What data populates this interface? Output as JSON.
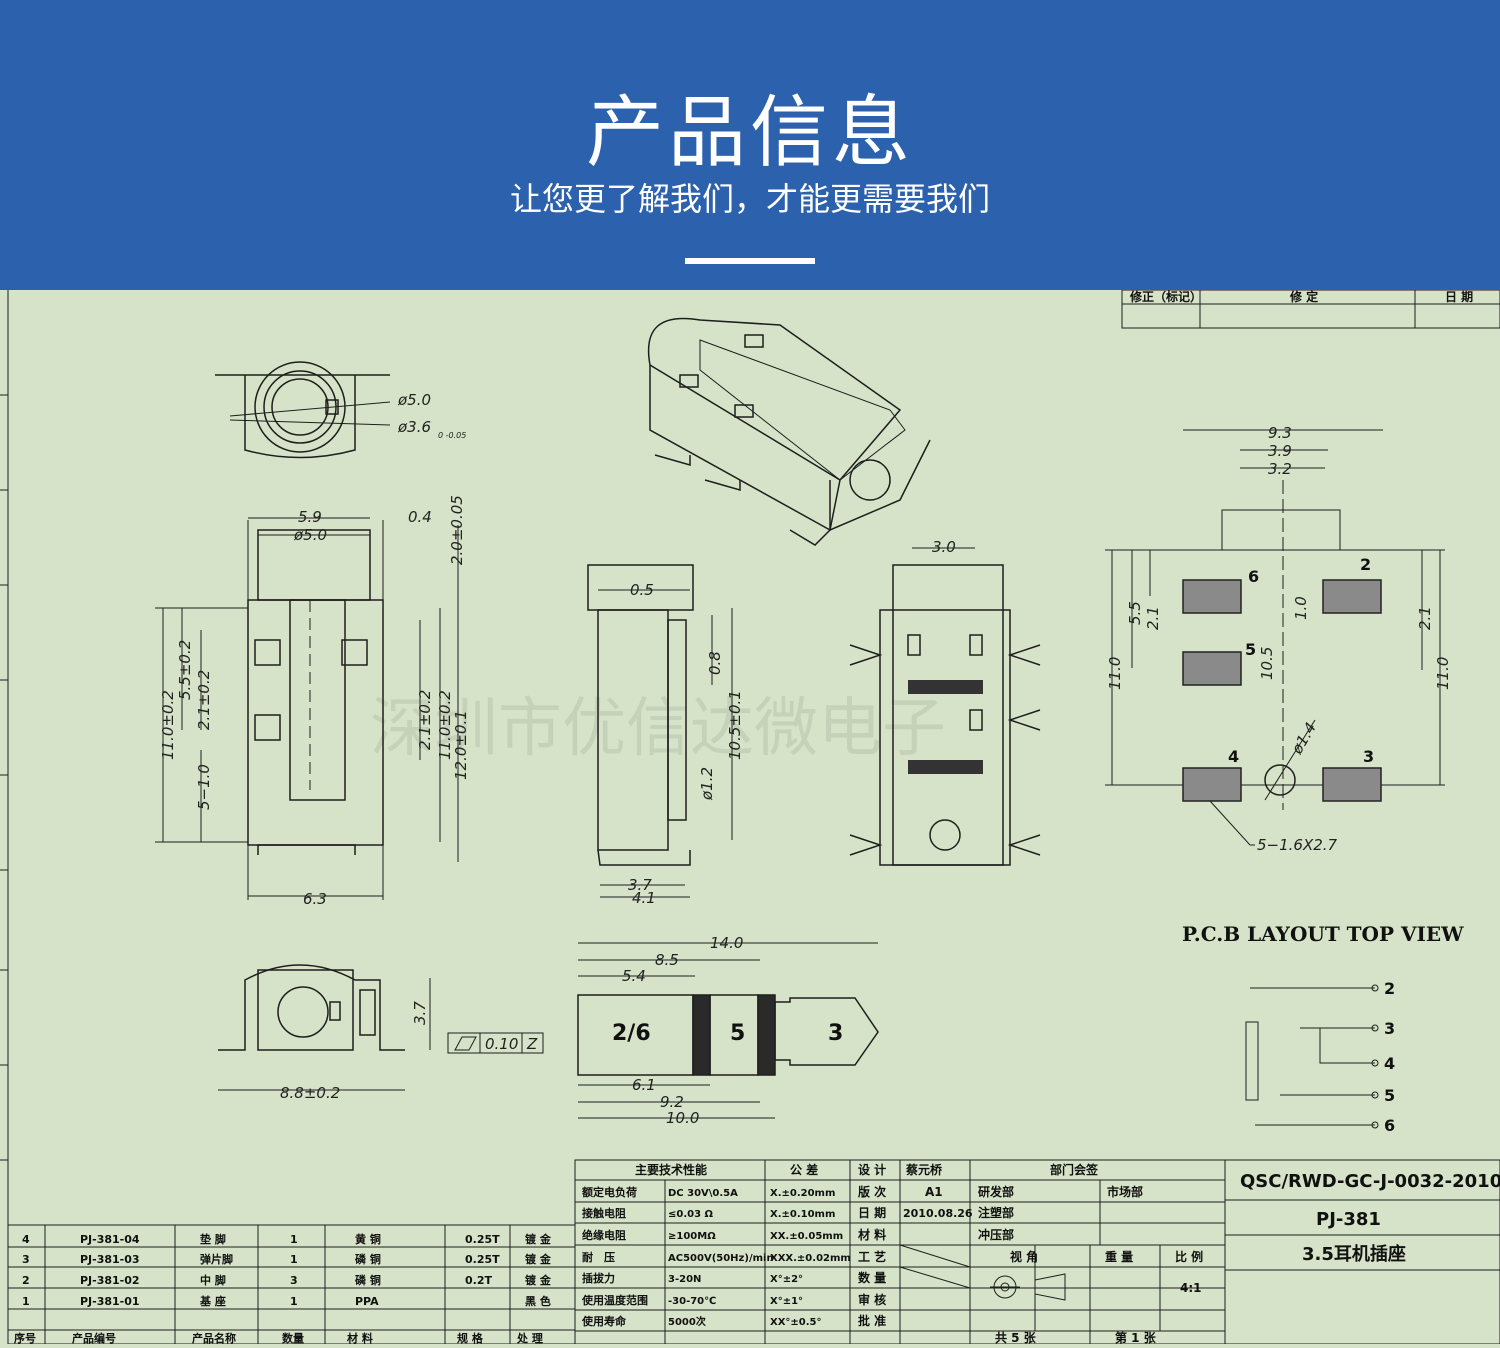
{
  "header": {
    "title": "产品信息",
    "subtitle": "让您更了解我们，才能更需要我们"
  },
  "colors": {
    "banner": "#2c61ad",
    "paper": "#d6e3c8",
    "ink": "#1e1e1e"
  },
  "watermark": "深圳市优信达微电子",
  "top_view": {
    "d_outer": "ø5.0",
    "d_inner": "ø3.6",
    "d_inner_tol": "0 -0.05"
  },
  "front_view": {
    "w_top": "5.9",
    "w_inner": "ø5.0",
    "w_tab": "0.4",
    "h_top": "2.0±0.05",
    "l1": "11.0±0.2",
    "l2": "5.5±0.2",
    "l3": "2.1±0.2",
    "l4": "5−1.0",
    "r1": "2.1±0.2",
    "r2": "11.0±0.2",
    "r3": "12.0±0.1",
    "w_bottom": "6.3"
  },
  "side_view": {
    "t1": "0.5",
    "t2": "0.8",
    "h": "10.5±0.1",
    "pin": "ø1.2",
    "b1": "3.7",
    "b2": "4.1"
  },
  "bottom_view": {
    "w": "3.0"
  },
  "pcb": {
    "w_total": "9.3",
    "w_mid": "3.9",
    "w_inner": "3.2",
    "h_55": "5.5",
    "h_21a": "2.1",
    "h_10": "1.0",
    "h_105": "10.5",
    "h_110": "11.0",
    "h_21b": "2.1",
    "h_110b": "11.0",
    "hole": "ø1.4",
    "pad": "5−1.6X2.7",
    "pads": [
      "6",
      "2",
      "5",
      "4",
      "3"
    ],
    "caption": "P.C.B LAYOUT TOP VIEW"
  },
  "end_view": {
    "h": "3.7",
    "w": "8.8±0.2",
    "tol_value": "0.10",
    "tol_ref": "Z"
  },
  "plug": {
    "d1": "14.0",
    "d2": "8.5",
    "d3": "5.4",
    "d4": "6.1",
    "d5": "9.2",
    "d6": "10.0",
    "zones": [
      "2/6",
      "5",
      "3"
    ]
  },
  "schematic": {
    "pins": [
      "2",
      "3",
      "4",
      "5",
      "6"
    ]
  },
  "revision_table": {
    "headers": [
      "修正（标记）",
      "修 定",
      "日 期"
    ]
  },
  "title_block": {
    "drawing_no": "QSC/RWD-GC-J-0032-2010",
    "model": "PJ-381",
    "name": "3.5耳机插座",
    "spec_title": "主要技术性能",
    "specs": [
      [
        "额定电负荷",
        "DC 30V\\0.5A"
      ],
      [
        "接触电阻",
        "≤0.03 Ω"
      ],
      [
        "绝缘电阻",
        "≥100MΩ"
      ],
      [
        "耐　压",
        "AC500V(50Hz)/min"
      ],
      [
        "插拔力",
        "3-20N"
      ],
      [
        "使用温度范围",
        "-30-70℃"
      ],
      [
        "使用寿命",
        "5000次"
      ]
    ],
    "tol_title": "公 差",
    "tols": [
      "X.±0.20mm",
      "X.±0.10mm",
      "XX.±0.05mm",
      "XXX.±0.02mm",
      "X°±2°",
      "X°±1°",
      "XX°±0.5°"
    ],
    "labels": [
      "设 计",
      "版 次",
      "日 期",
      "材 料",
      "工 艺",
      "数 量",
      "审 核",
      "批 准"
    ],
    "designer": "蔡元桥",
    "version": "A1",
    "date": "2010.08.26",
    "dept_title": "部门会签",
    "depts": [
      "研发部",
      "市场部",
      "注塑部",
      "冲压部"
    ],
    "view_label": "视 角",
    "weight_label": "重 量",
    "scale_label": "比 例",
    "scale": "4:1",
    "sheets": "共 5 张",
    "sheet": "第 1 张"
  },
  "bom": {
    "headers": [
      "序号",
      "产品编号",
      "产品名称",
      "数量",
      "材 料",
      "规 格",
      "处 理"
    ],
    "rows": [
      [
        "4",
        "PJ-381-04",
        "垫 脚",
        "1",
        "黄 铜",
        "0.25T",
        "镀 金"
      ],
      [
        "3",
        "PJ-381-03",
        "弹片脚",
        "1",
        "磷 铜",
        "0.25T",
        "镀 金"
      ],
      [
        "2",
        "PJ-381-02",
        "中 脚",
        "3",
        "磷 铜",
        "0.2T",
        "镀 金"
      ],
      [
        "1",
        "PJ-381-01",
        "基 座",
        "1",
        "PPA",
        "",
        "黑 色"
      ]
    ]
  }
}
